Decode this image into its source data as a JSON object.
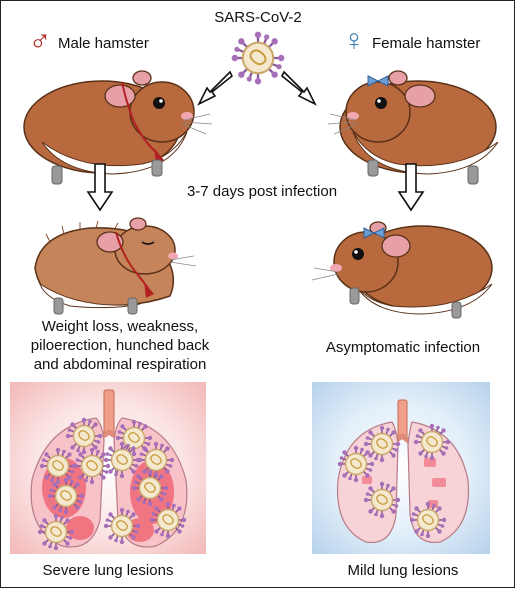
{
  "virus_label": "SARS-CoV-2",
  "male": {
    "symbol": "♂",
    "label": "Male hamster",
    "symbol_color": "#b22222"
  },
  "female": {
    "symbol": "♀",
    "label": "Female hamster",
    "symbol_color": "#3a7fb5"
  },
  "timeline_label": "3-7 days post infection",
  "male_outcome_lines": [
    "Weight loss, weakness,",
    "piloerection, hunched back",
    "and abdominal respiration"
  ],
  "female_outcome": "Asymptomatic infection",
  "male_lung_caption": "Severe lung lesions",
  "female_lung_caption": "Mild lung lesions",
  "colors": {
    "fur": "#b86a3e",
    "belly": "#ffffff",
    "ear": "#e8a0a8",
    "virus_body": "#f4e8cf",
    "virus_spike": "#8a5a9a",
    "severe_bg": "#f7c7c7",
    "mild_bg": "#bcd6ee",
    "lung": "#f6c9cf",
    "lesion": "#ef5a6a"
  }
}
